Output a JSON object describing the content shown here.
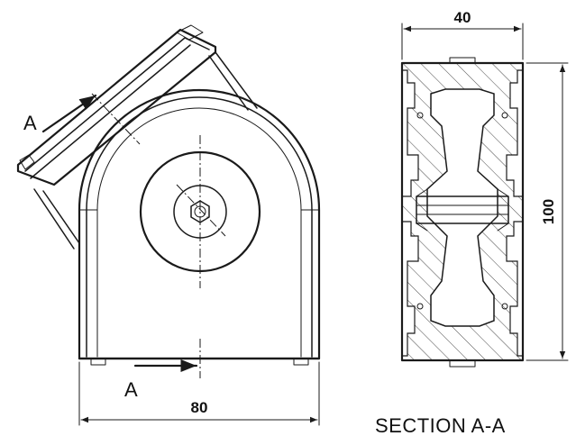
{
  "front_view": {
    "section_marker_top": "A",
    "section_marker_bottom": "A",
    "width_dimension": "80"
  },
  "section_view": {
    "width_dimension": "40",
    "height_dimension": "100",
    "title": "SECTION A-A"
  }
}
